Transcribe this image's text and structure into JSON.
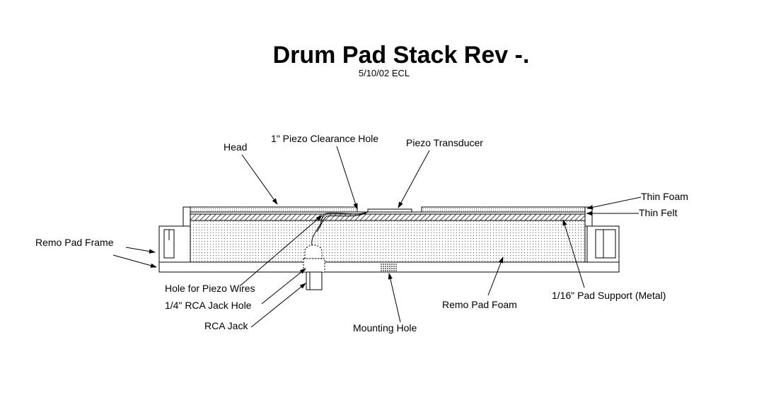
{
  "title": "Drum Pad Stack Rev -.",
  "subtitle": "5/10/02  ECL",
  "labels": {
    "head": "Head",
    "piezo_clearance_hole": "1\" Piezo Clearance Hole",
    "piezo_transducer": "Piezo Transducer",
    "thin_foam": "Thin Foam",
    "thin_felt": "Thin Felt",
    "remo_pad_frame": "Remo Pad Frame",
    "hole_for_piezo_wires": "Hole for Piezo Wires",
    "rca_jack_hole": "1/4\" RCA Jack Hole",
    "rca_jack": "RCA Jack",
    "mounting_hole": "Mounting Hole",
    "remo_pad_foam": "Remo Pad Foam",
    "pad_support": "1/16\" Pad Support (Metal)"
  }
}
